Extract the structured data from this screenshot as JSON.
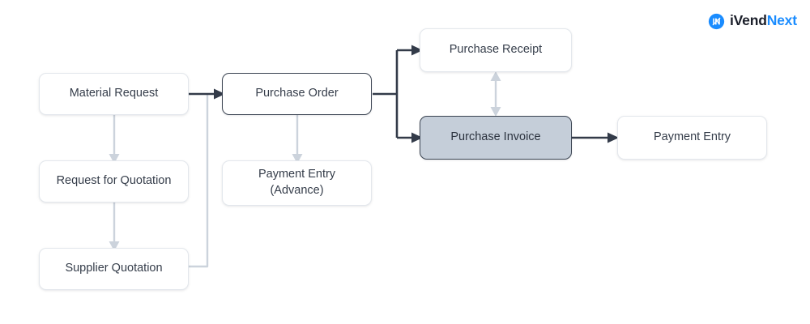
{
  "brand": {
    "mark_icon": "ivend-circle-monogram-icon",
    "name_primary": "iVend",
    "name_accent": "Next",
    "accent_color": "#1a8cff",
    "primary_color": "#1b1f2a"
  },
  "diagram": {
    "type": "flowchart",
    "title": "",
    "nodes": [
      {
        "id": "material-request",
        "label": "Material Request",
        "label_line2": "",
        "style": "default"
      },
      {
        "id": "request-for-quotation",
        "label": "Request for Quotation",
        "label_line2": "",
        "style": "default"
      },
      {
        "id": "supplier-quotation",
        "label": "Supplier Quotation",
        "label_line2": "",
        "style": "default"
      },
      {
        "id": "purchase-order",
        "label": "Purchase Order",
        "label_line2": "",
        "style": "emphasis"
      },
      {
        "id": "payment-entry-advance",
        "label": "Payment Entry",
        "label_line2": "(Advance)",
        "style": "default"
      },
      {
        "id": "purchase-receipt",
        "label": "Purchase Receipt",
        "label_line2": "",
        "style": "default"
      },
      {
        "id": "purchase-invoice",
        "label": "Purchase Invoice",
        "label_line2": "",
        "style": "highlight"
      },
      {
        "id": "payment-entry",
        "label": "Payment Entry",
        "label_line2": "",
        "style": "default"
      }
    ],
    "edges": [
      {
        "from": "material-request",
        "to": "purchase-order",
        "tone": "dark"
      },
      {
        "from": "material-request",
        "to": "request-for-quotation",
        "tone": "light"
      },
      {
        "from": "request-for-quotation",
        "to": "supplier-quotation",
        "tone": "light"
      },
      {
        "from": "supplier-quotation",
        "to": "purchase-order",
        "tone": "light"
      },
      {
        "from": "purchase-order",
        "to": "payment-entry-advance",
        "tone": "light"
      },
      {
        "from": "purchase-order",
        "to": "purchase-receipt",
        "tone": "dark"
      },
      {
        "from": "purchase-order",
        "to": "purchase-invoice",
        "tone": "dark"
      },
      {
        "from": "purchase-receipt",
        "to": "purchase-invoice",
        "tone": "light",
        "bidirectional": true
      },
      {
        "from": "purchase-invoice",
        "to": "payment-entry",
        "tone": "dark"
      }
    ],
    "colors": {
      "node_fill": "#ffffff",
      "node_border": "#e3e7ec",
      "node_text": "#353d4a",
      "emphasis_border": "#3b4452",
      "highlight_fill": "#c5ced9",
      "edge_dark": "#333b49",
      "edge_light": "#ccd3dc",
      "background": "#ffffff"
    }
  }
}
